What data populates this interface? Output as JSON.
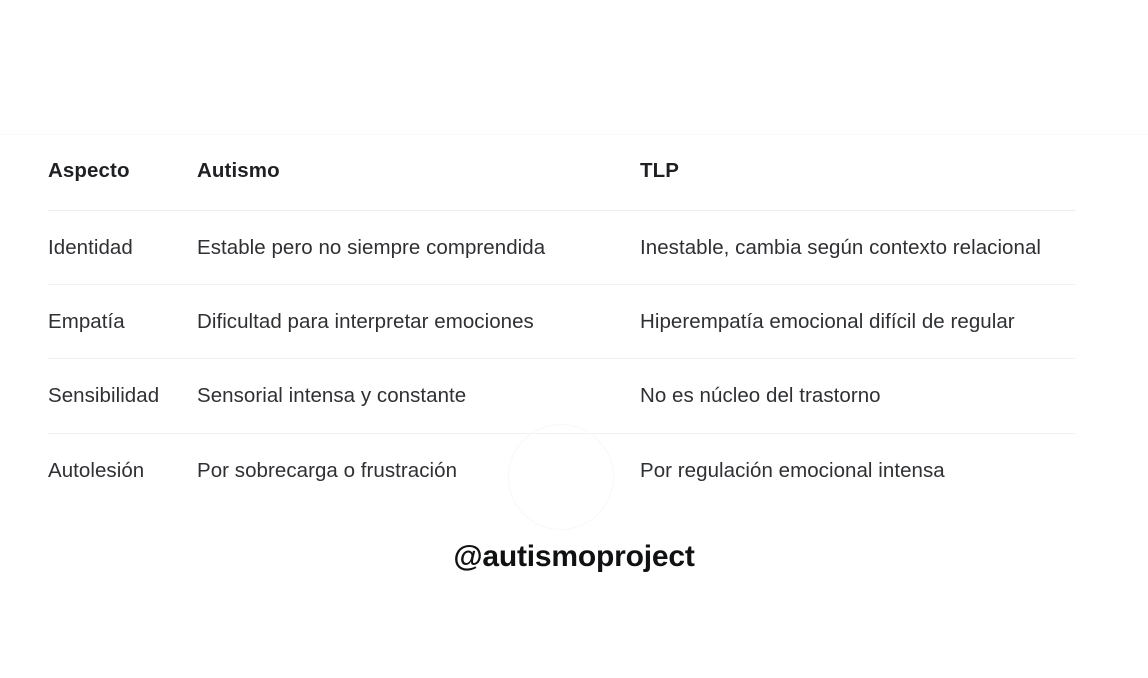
{
  "table": {
    "columns": [
      {
        "key": "aspect",
        "label": "Aspecto"
      },
      {
        "key": "autismo",
        "label": "Autismo"
      },
      {
        "key": "tlp",
        "label": "TLP"
      }
    ],
    "rows": [
      {
        "aspect": "Identidad",
        "autismo": "Estable pero no siempre comprendida",
        "tlp": "Inestable, cambia según contexto relacional"
      },
      {
        "aspect": "Empatía",
        "autismo": "Dificultad para interpretar emociones",
        "tlp": "Hiperempatía emocional difícil de regular"
      },
      {
        "aspect": "Sensibilidad",
        "autismo": "Sensorial intensa y constante",
        "tlp": "No es núcleo del trastorno"
      },
      {
        "aspect": "Autolesión",
        "autismo": "Por sobrecarga o frustración",
        "tlp": "Por regulación emocional intensa"
      }
    ]
  },
  "footer": {
    "handle": "@autismoproject"
  },
  "colors": {
    "background": "#ffffff",
    "header_text": "#1f2023",
    "body_text": "#2e3033",
    "footer_text": "#101113",
    "header_rule": "#eceded",
    "row_rule": "#f1f2f3",
    "watermark": "#f7f8f9"
  }
}
